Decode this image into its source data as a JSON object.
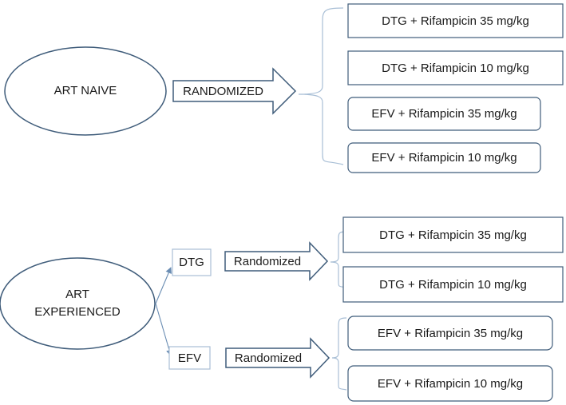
{
  "naive": {
    "group": "ART NAIVE",
    "arrow": "RANDOMIZED",
    "arms": [
      "DTG + Rifampicin 35 mg/kg",
      "DTG + Rifampicin 10 mg/kg",
      "EFV + Rifampicin 35 mg/kg",
      "EFV + Rifampicin 10 mg/kg"
    ]
  },
  "experienced": {
    "group_line1": "ART",
    "group_line2": "EXPERIENCED",
    "dtg": {
      "label": "DTG",
      "arrow": "Randomized",
      "arms": [
        "DTG + Rifampicin 35 mg/kg",
        "DTG + Rifampicin 10 mg/kg"
      ]
    },
    "efv": {
      "label": "EFV",
      "arrow": "Randomized",
      "arms": [
        "EFV + Rifampicin 35 mg/kg",
        "EFV + Rifampicin 10 mg/kg"
      ]
    }
  },
  "colors": {
    "stroke": "#3f5c7a",
    "bracket": "#a9bfd6",
    "small_arrow": "#6a8db3"
  }
}
